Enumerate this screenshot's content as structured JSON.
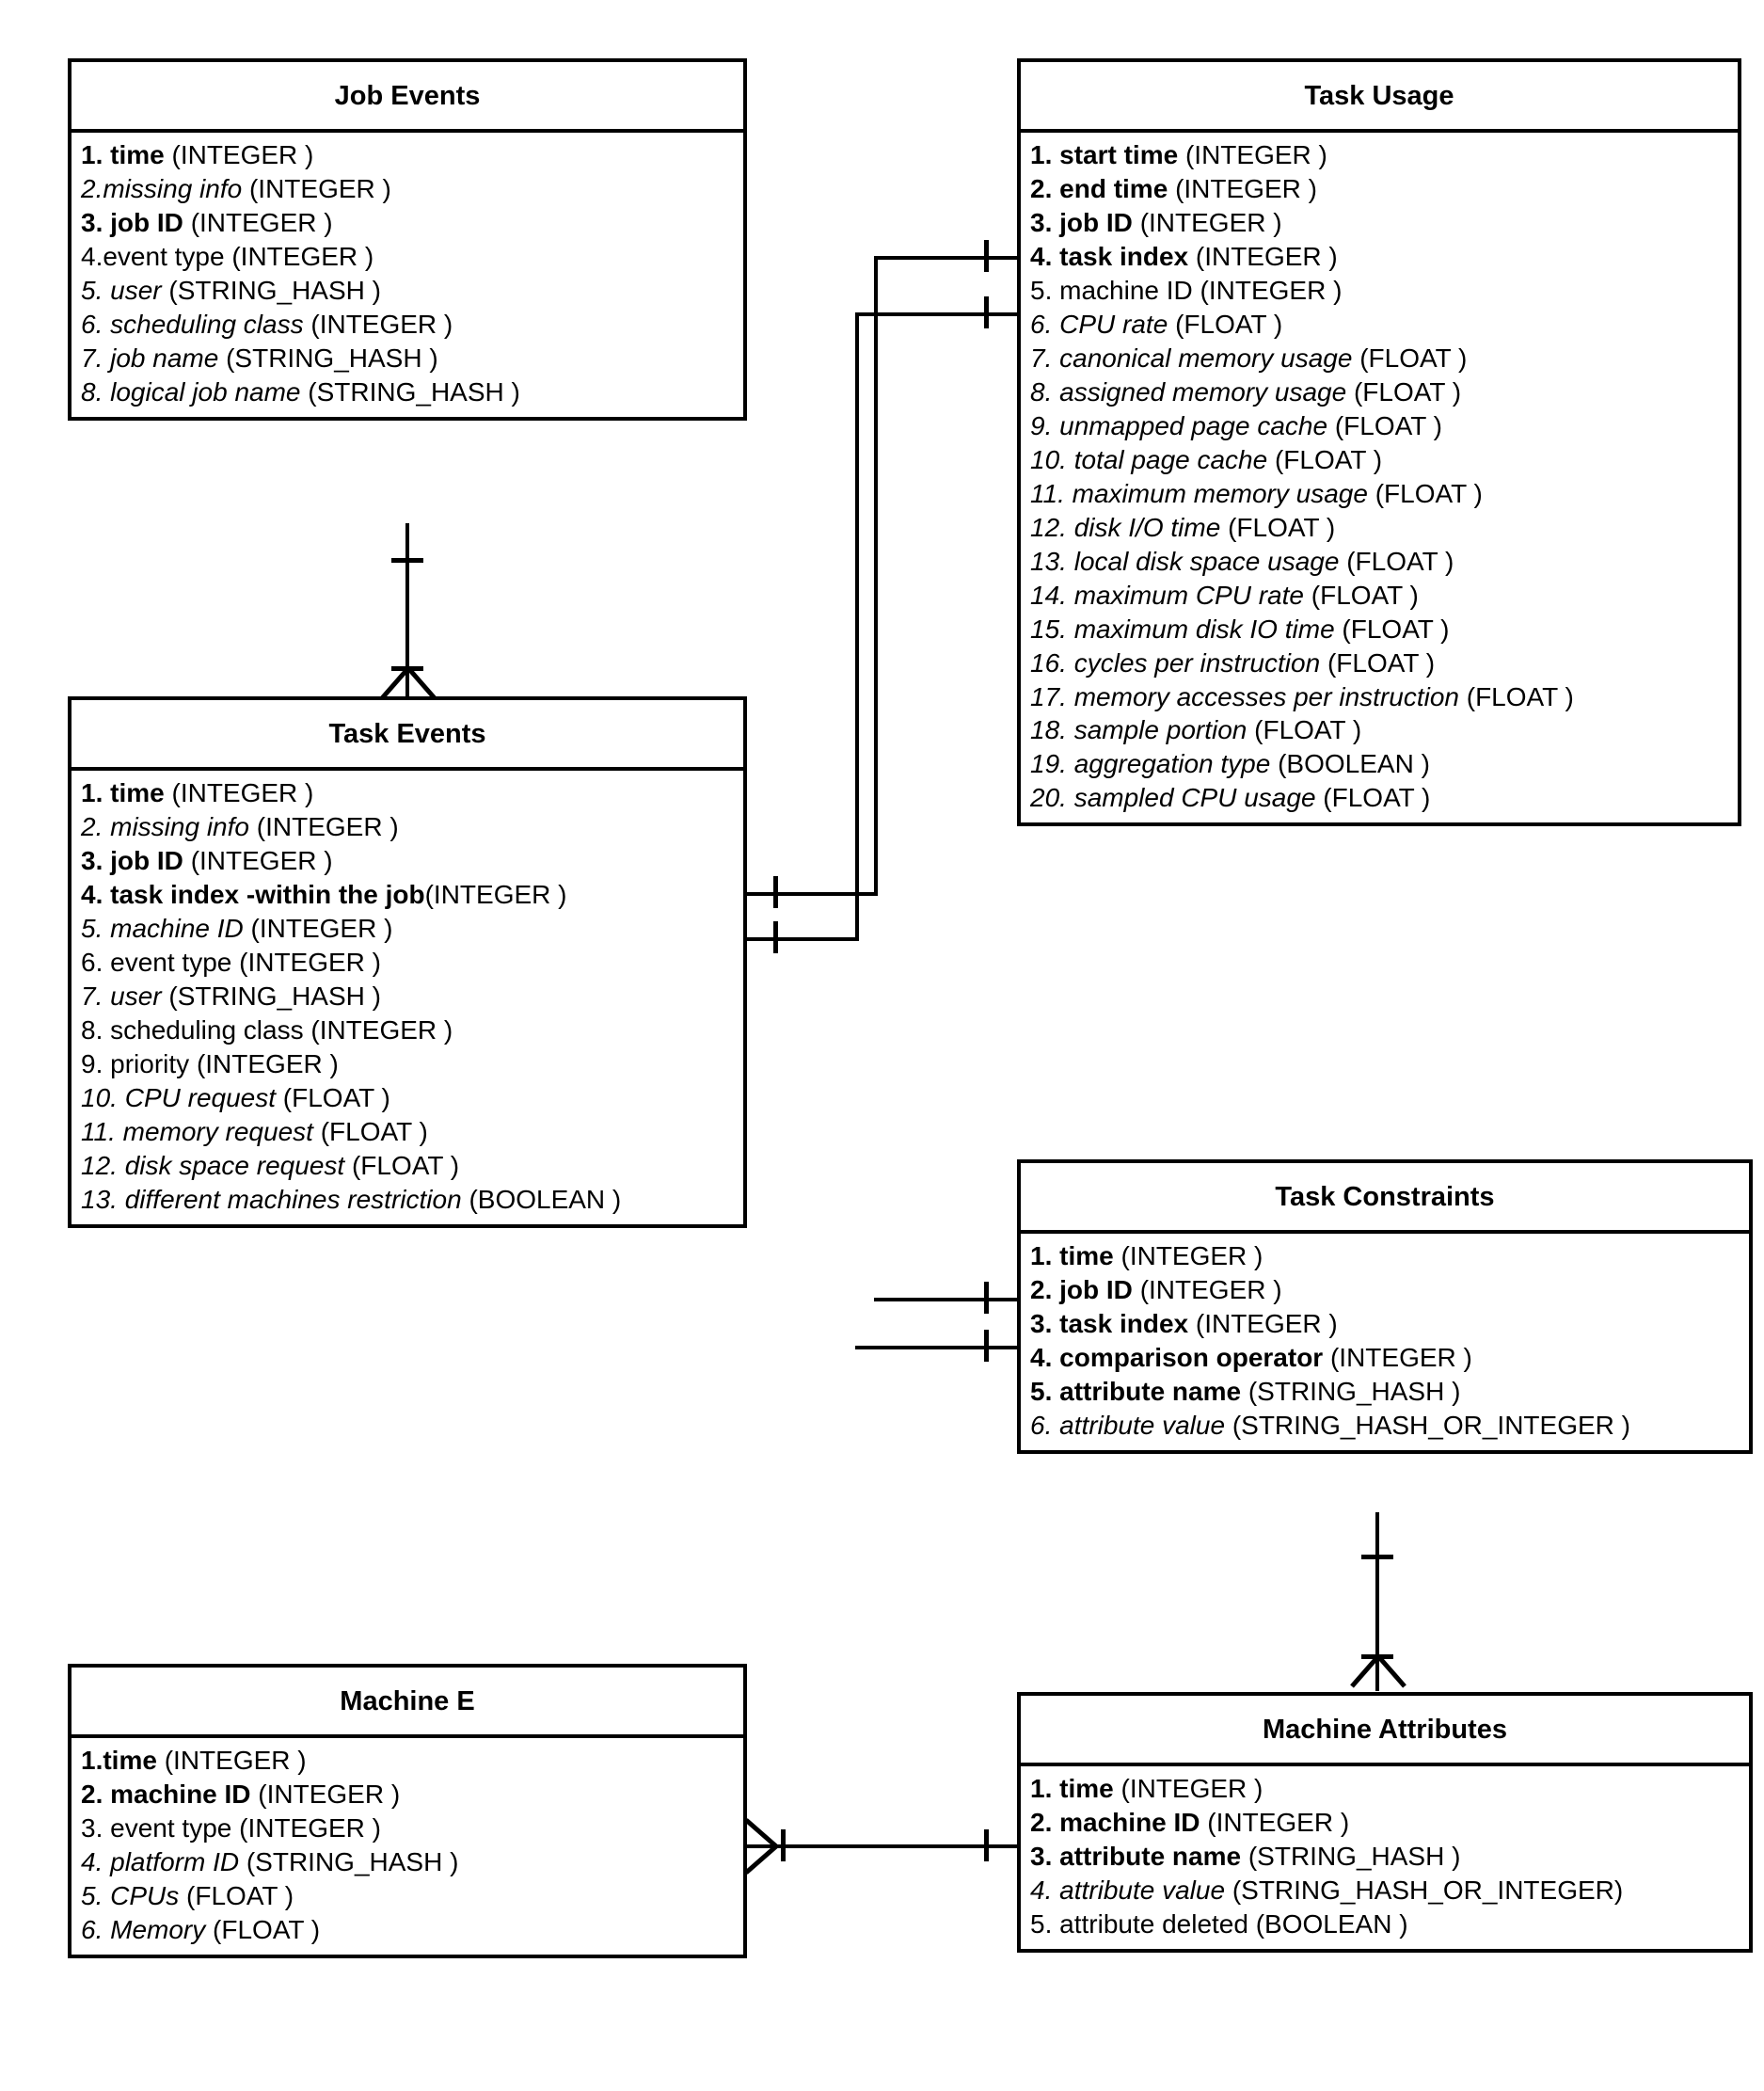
{
  "diagram": {
    "type": "entity-relationship-diagram",
    "notation": "crows-foot",
    "entities": [
      {
        "id": "job-events",
        "title": "Job Events",
        "fields": [
          {
            "num": "1.",
            "name": " time ",
            "type": "(INTEGER )",
            "num_style": "b",
            "name_style": "b",
            "type_style": "n"
          },
          {
            "num": "2.",
            "name": "missing info ",
            "type": "(INTEGER )",
            "num_style": "i",
            "name_style": "i",
            "type_style": "n"
          },
          {
            "num": "3.",
            "name": " job ID ",
            "type": "(INTEGER )",
            "num_style": "b",
            "name_style": "b",
            "type_style": "n"
          },
          {
            "num": "4.",
            "name": "event type ",
            "type": "(INTEGER )",
            "num_style": "n",
            "name_style": "n",
            "type_style": "n"
          },
          {
            "num": "5.",
            "name": " user ",
            "type": "(STRING_HASH )",
            "num_style": "i",
            "name_style": "i",
            "type_style": "n"
          },
          {
            "num": "6.",
            "name": " scheduling class ",
            "type": "(INTEGER )",
            "num_style": "i",
            "name_style": "i",
            "type_style": "n"
          },
          {
            "num": "7.",
            "name": " job name ",
            "type": "(STRING_HASH )",
            "num_style": "i",
            "name_style": "i",
            "type_style": "n"
          },
          {
            "num": "8.",
            "name": " logical job name ",
            "type": "(STRING_HASH )",
            "num_style": "i",
            "name_style": "i",
            "type_style": "n"
          }
        ]
      },
      {
        "id": "task-events",
        "title": "Task Events",
        "fields": [
          {
            "num": "1.",
            "name": " time ",
            "type": "(INTEGER )",
            "num_style": "b",
            "name_style": "b",
            "type_style": "n"
          },
          {
            "num": "2.",
            "name": " missing info ",
            "type": "(INTEGER )",
            "num_style": "i",
            "name_style": "i",
            "type_style": "n"
          },
          {
            "num": "3.",
            "name": " job ID ",
            "type": "(INTEGER )",
            "num_style": "b",
            "name_style": "b",
            "type_style": "n"
          },
          {
            "num": "4.",
            "name": " task index -within the job",
            "type": "(INTEGER )",
            "num_style": "b",
            "name_style": "b",
            "type_style": "n"
          },
          {
            "num": "5.",
            "name": " machine ID ",
            "type": "(INTEGER )",
            "num_style": "i",
            "name_style": "i",
            "type_style": "n"
          },
          {
            "num": "6.",
            "name": " event type ",
            "type": "(INTEGER )",
            "num_style": "n",
            "name_style": "n",
            "type_style": "n"
          },
          {
            "num": "7.",
            "name": " user ",
            "type": "(STRING_HASH )",
            "num_style": "i",
            "name_style": "i",
            "type_style": "n"
          },
          {
            "num": "8.",
            "name": " scheduling class ",
            "type": "(INTEGER )",
            "num_style": "n",
            "name_style": "n",
            "type_style": "n"
          },
          {
            "num": "9.",
            "name": " priority ",
            "type": "(INTEGER )",
            "num_style": "n",
            "name_style": "n",
            "type_style": "n"
          },
          {
            "num": "10.",
            "name": " CPU request ",
            "type": "(FLOAT )",
            "num_style": "i",
            "name_style": "i",
            "type_style": "n"
          },
          {
            "num": "11.",
            "name": " memory request ",
            "type": "(FLOAT )",
            "num_style": "i",
            "name_style": "i",
            "type_style": "n"
          },
          {
            "num": "12.",
            "name": " disk space request ",
            "type": "(FLOAT )",
            "num_style": "i",
            "name_style": "i",
            "type_style": "n"
          },
          {
            "num": "13.",
            "name": " different machines restriction ",
            "type": "(BOOLEAN )",
            "num_style": "i",
            "name_style": "i",
            "type_style": "n"
          }
        ]
      },
      {
        "id": "task-usage",
        "title": "Task Usage",
        "fields": [
          {
            "num": "1.",
            "name": " start time ",
            "type": "(INTEGER )",
            "num_style": "b",
            "name_style": "b",
            "type_style": "n"
          },
          {
            "num": "2.",
            "name": " end time ",
            "type": "(INTEGER )",
            "num_style": "b",
            "name_style": "b",
            "type_style": "n"
          },
          {
            "num": "3.",
            "name": " job ID ",
            "type": "(INTEGER )",
            "num_style": "b",
            "name_style": "b",
            "type_style": "n"
          },
          {
            "num": "4.",
            "name": " task index ",
            "type": "(INTEGER )",
            "num_style": "b",
            "name_style": "b",
            "type_style": "n"
          },
          {
            "num": "5.",
            "name": " machine ID ",
            "type": "(INTEGER )",
            "num_style": "n",
            "name_style": "n",
            "type_style": "n"
          },
          {
            "num": "6.",
            "name": " CPU rate ",
            "type": "(FLOAT )",
            "num_style": "i",
            "name_style": "i",
            "type_style": "n"
          },
          {
            "num": "7.",
            "name": " canonical memory usage ",
            "type": "(FLOAT )",
            "num_style": "i",
            "name_style": "i",
            "type_style": "n"
          },
          {
            "num": "8.",
            "name": " assigned memory usage ",
            "type": "(FLOAT )",
            "num_style": "i",
            "name_style": "i",
            "type_style": "n"
          },
          {
            "num": "9.",
            "name": " unmapped page cache ",
            "type": "(FLOAT )",
            "num_style": "i",
            "name_style": "i",
            "type_style": "n"
          },
          {
            "num": "10.",
            "name": " total page cache ",
            "type": "(FLOAT )",
            "num_style": "i",
            "name_style": "i",
            "type_style": "n"
          },
          {
            "num": "11.",
            "name": " maximum memory usage ",
            "type": "(FLOAT )",
            "num_style": "i",
            "name_style": "i",
            "type_style": "n"
          },
          {
            "num": "12.",
            "name": " disk I/O time ",
            "type": "(FLOAT )",
            "num_style": "i",
            "name_style": "i",
            "type_style": "n"
          },
          {
            "num": "13.",
            "name": " local disk space usage ",
            "type": "(FLOAT )",
            "num_style": "i",
            "name_style": "i",
            "type_style": "n"
          },
          {
            "num": "14.",
            "name": " maximum CPU rate ",
            "type": "(FLOAT )",
            "num_style": "i",
            "name_style": "i",
            "type_style": "n"
          },
          {
            "num": "15.",
            "name": " maximum disk IO time ",
            "type": "(FLOAT )",
            "num_style": "i",
            "name_style": "i",
            "type_style": "n"
          },
          {
            "num": "16.",
            "name": " cycles per instruction ",
            "type": "(FLOAT )",
            "num_style": "i",
            "name_style": "i",
            "type_style": "n"
          },
          {
            "num": "17.",
            "name": " memory accesses per instruction ",
            "type": "(FLOAT )",
            "num_style": "i",
            "name_style": "i",
            "type_style": "n"
          },
          {
            "num": "18.",
            "name": " sample portion ",
            "type": "(FLOAT )",
            "num_style": "i",
            "name_style": "i",
            "type_style": "n"
          },
          {
            "num": "19.",
            "name": " aggregation type ",
            "type": "(BOOLEAN )",
            "num_style": "i",
            "name_style": "i",
            "type_style": "n"
          },
          {
            "num": "20.",
            "name": " sampled CPU usage ",
            "type": "(FLOAT )",
            "num_style": "i",
            "name_style": "i",
            "type_style": "n"
          }
        ]
      },
      {
        "id": "task-constraints",
        "title": "Task Constraints",
        "fields": [
          {
            "num": "1.",
            "name": " time ",
            "type": "(INTEGER )",
            "num_style": "b",
            "name_style": "b",
            "type_style": "n"
          },
          {
            "num": "2.",
            "name": " job ID ",
            "type": "(INTEGER )",
            "num_style": "b",
            "name_style": "b",
            "type_style": "n"
          },
          {
            "num": "3.",
            "name": " task index ",
            "type": "(INTEGER )",
            "num_style": "b",
            "name_style": "b",
            "type_style": "n"
          },
          {
            "num": "4.",
            "name": " comparison operator ",
            "type": "(INTEGER )",
            "num_style": "b",
            "name_style": "b",
            "type_style": "n"
          },
          {
            "num": "5.",
            "name": " attribute name ",
            "type": "(STRING_HASH )",
            "num_style": "b",
            "name_style": "b",
            "type_style": "n"
          },
          {
            "num": "6.",
            "name": " attribute value ",
            "type": "(STRING_HASH_OR_INTEGER )",
            "num_style": "i",
            "name_style": "i",
            "type_style": "n"
          }
        ]
      },
      {
        "id": "machine-e",
        "title": "Machine E",
        "fields": [
          {
            "num": "1.",
            "name": "time ",
            "type": "(INTEGER )",
            "num_style": "b",
            "name_style": "b",
            "type_style": "n"
          },
          {
            "num": "2.",
            "name": " machine ID ",
            "type": "(INTEGER )",
            "num_style": "b",
            "name_style": "b",
            "type_style": "n"
          },
          {
            "num": "3.",
            "name": " event type ",
            "type": "(INTEGER )",
            "num_style": "n",
            "name_style": "n",
            "type_style": "n"
          },
          {
            "num": "4.",
            "name": " platform ID ",
            "type": "(STRING_HASH )",
            "num_style": "i",
            "name_style": "i",
            "type_style": "n"
          },
          {
            "num": "5.",
            "name": " CPUs ",
            "type": "(FLOAT )",
            "num_style": "i",
            "name_style": "i",
            "type_style": "n"
          },
          {
            "num": "6.",
            "name": " Memory ",
            "type": "(FLOAT )",
            "num_style": "i",
            "name_style": "i",
            "type_style": "n"
          }
        ]
      },
      {
        "id": "machine-attributes",
        "title": "Machine Attributes",
        "fields": [
          {
            "num": "1.",
            "name": " time ",
            "type": "(INTEGER )",
            "num_style": "b",
            "name_style": "b",
            "type_style": "n"
          },
          {
            "num": "2.",
            "name": " machine ID ",
            "type": "(INTEGER )",
            "num_style": "b",
            "name_style": "b",
            "type_style": "n"
          },
          {
            "num": "3.",
            "name": " attribute name ",
            "type": "(STRING_HASH )",
            "num_style": "b",
            "name_style": "b",
            "type_style": "n"
          },
          {
            "num": "4.",
            "name": " attribute value ",
            "type": "(STRING_HASH_OR_INTEGER)",
            "num_style": "i",
            "name_style": "i",
            "type_style": "n"
          },
          {
            "num": "5.",
            "name": " attribute deleted ",
            "type": "(BOOLEAN )",
            "num_style": "n",
            "name_style": "n",
            "type_style": "n"
          }
        ]
      }
    ],
    "relationships": [
      {
        "id": "job-events-to-task-events",
        "from": "job-events",
        "to": "task-events",
        "from_cardinality": "one",
        "to_cardinality": "many"
      },
      {
        "id": "task-events-to-task-usage-jobid",
        "from": "task-events",
        "to": "task-usage",
        "from_cardinality": "one",
        "to_cardinality": "one"
      },
      {
        "id": "task-events-to-task-usage-taskindex",
        "from": "task-events",
        "to": "task-usage",
        "from_cardinality": "one",
        "to_cardinality": "one"
      },
      {
        "id": "task-events-to-task-constraints-jobid",
        "from": "task-events",
        "to": "task-constraints",
        "from_cardinality": "one",
        "to_cardinality": "one"
      },
      {
        "id": "task-events-to-task-constraints-taskindex",
        "from": "task-events",
        "to": "task-constraints",
        "from_cardinality": "one",
        "to_cardinality": "one"
      },
      {
        "id": "task-constraints-to-machine-attributes",
        "from": "task-constraints",
        "to": "machine-attributes",
        "from_cardinality": "one",
        "to_cardinality": "many"
      },
      {
        "id": "machine-e-to-machine-attributes",
        "from": "machine-e",
        "to": "machine-attributes",
        "from_cardinality": "many",
        "to_cardinality": "one"
      }
    ]
  }
}
